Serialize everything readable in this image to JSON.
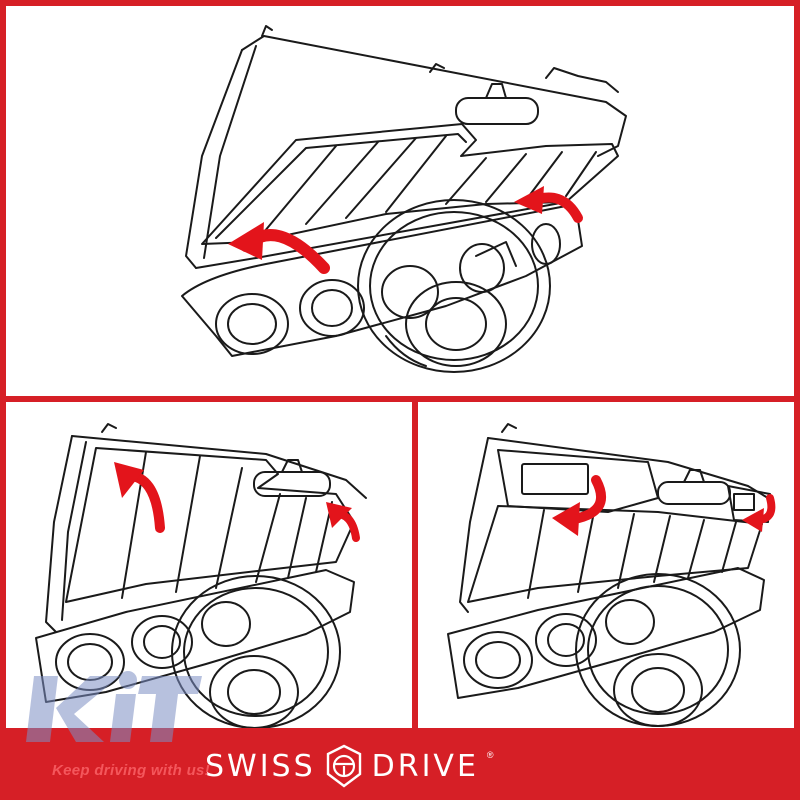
{
  "colors": {
    "accent": "#d61f26",
    "arrow": "#e3141b",
    "line": "#1a1a1a",
    "background": "#ffffff"
  },
  "panels": [
    {
      "id": "step-1",
      "arrows": 2
    },
    {
      "id": "step-2",
      "arrows": 2
    },
    {
      "id": "step-3",
      "arrows": 2
    }
  ],
  "footer": {
    "brand_left": "SWISS",
    "brand_right": "DRIVE",
    "registered_mark": "®",
    "brand_icon": "steering-wheel-shield-icon"
  },
  "watermark": {
    "logo_text": "KIT",
    "slogan": "Keep driving with us!"
  }
}
